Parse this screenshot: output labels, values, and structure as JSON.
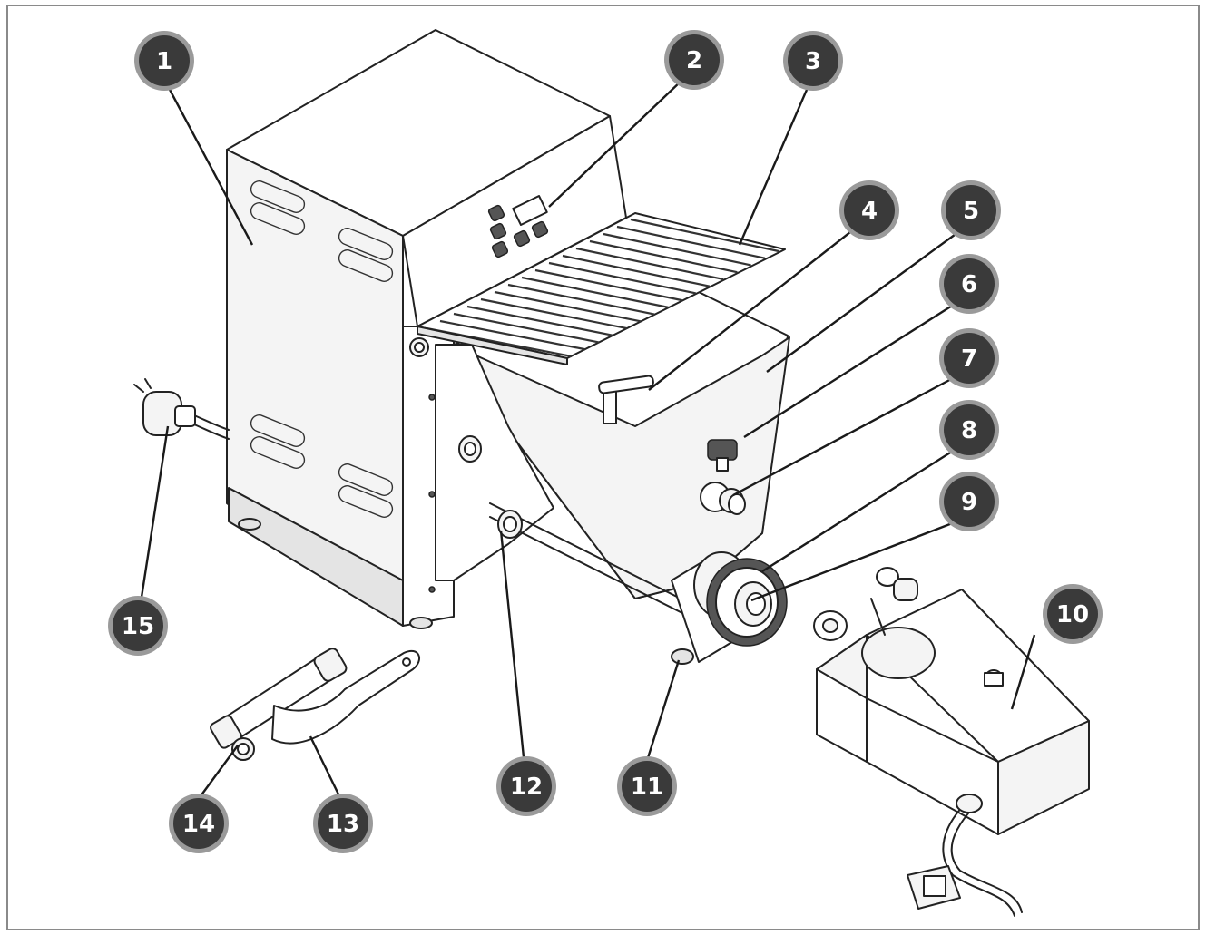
{
  "callouts": [
    {
      "id": "1",
      "label": "1"
    },
    {
      "id": "2",
      "label": "2"
    },
    {
      "id": "3",
      "label": "3"
    },
    {
      "id": "4",
      "label": "4"
    },
    {
      "id": "5",
      "label": "5"
    },
    {
      "id": "6",
      "label": "6"
    },
    {
      "id": "7",
      "label": "7"
    },
    {
      "id": "8",
      "label": "8"
    },
    {
      "id": "9",
      "label": "9"
    },
    {
      "id": "10",
      "label": "10"
    },
    {
      "id": "11",
      "label": "11"
    },
    {
      "id": "12",
      "label": "12"
    },
    {
      "id": "13",
      "label": "13"
    },
    {
      "id": "14",
      "label": "14"
    },
    {
      "id": "15",
      "label": "15"
    }
  ],
  "colors": {
    "callout_fill": "#3a3a3a",
    "callout_ring": "#9a9a9a",
    "leader": "#1a1a1a",
    "frame": "#8a8a8a"
  }
}
